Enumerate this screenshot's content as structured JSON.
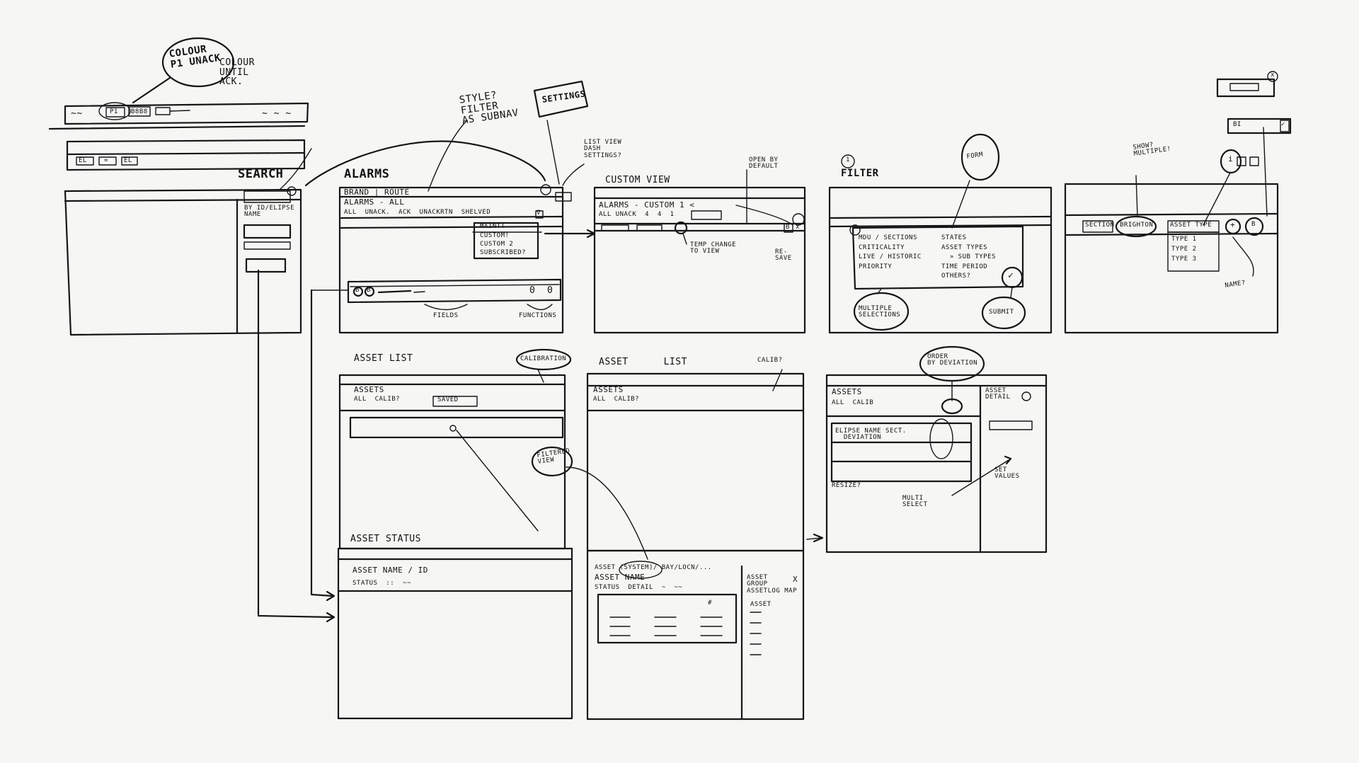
{
  "topleft": {
    "callout1": "COLOUR\nP1 UNACK",
    "callout2": "COLOUR\nUNTIL\nACK.",
    "bar1_left": "~~",
    "bar1_btn1": "P1",
    "bar1_btn2": "B8B8",
    "bar1_right": "~ ~ ~",
    "bar2_btn1": "EL",
    "bar2_btn2": "=",
    "bar2_btn3": "EL"
  },
  "search": {
    "title": "SEARCH",
    "field_label": "BY ID/ELIPSE\nNAME"
  },
  "alarms": {
    "title": "ALARMS",
    "line1": "BRAND | ROUTE",
    "line2": "ALARMS - ALL",
    "tabs": "ALL  UNACK.  ACK  UNACKRTN  SHELVED",
    "filter_icon": "∇",
    "dropdown": [
      "MAINT!",
      "CUSTOM!",
      "CUSTOM 2",
      "SUBSCRIBED?"
    ],
    "annot_style": "STYLE?\nFILTER\nAS SUBNAV",
    "annot_settings": "SETTINGS",
    "annot_listview": "LIST VIEW\nDASH\nSETTINGS?",
    "detail_btn1": "B",
    "detail_btn2": "B",
    "detail_fn": "0  0",
    "label_fields": "FIELDS",
    "label_functions": "FUNCTIONS"
  },
  "custom_view": {
    "title": "CUSTOM VIEW",
    "line1": "ALARMS - CUSTOM 1 <",
    "line2": "ALL UNACK  4  4  1",
    "annot_open": "OPEN BY\nDEFAULT",
    "annot_temp": "TEMP CHANGE\nTO VIEW",
    "annot_resave": "RE-\nSAVE",
    "close": "x",
    "save": "B"
  },
  "filter": {
    "title": "FILTER",
    "number": "1",
    "col1": "MDU / SECTIONS\nCRITICALITY\nLIVE / HISTORIC\nPRIORITY",
    "col2": "STATES\nASSET TYPES\n  » SUB TYPES\nTIME PERIOD\nOTHERS?",
    "annot_form": "FORM",
    "annot_multi": "MULTIPLE\nSELECTIONS",
    "annot_submit": "SUBMIT",
    "check": "✓"
  },
  "chips": {
    "annot_show": "SHOW?\nMULTIPLE!",
    "chip1": "SECTION",
    "chip2": "BRIGHTON",
    "chip3": "ASSET TYPE",
    "types": [
      "TYPE 1",
      "TYPE 2",
      "TYPE 3"
    ],
    "annot_name": "NAME?",
    "info": "i",
    "plus": "+",
    "save": "B",
    "mini_field": "BI",
    "mini_check": "✓",
    "mini_close": "x"
  },
  "asset_list": {
    "title": "ASSET LIST",
    "line1": "ASSETS",
    "line2": "ALL  CALIB?",
    "saved": "SAVED",
    "annot_calib": "CALIBRATION",
    "annot_filtered": "FILTERED\nVIEW"
  },
  "asset_list2": {
    "title": "ASSET      LIST",
    "annot_calib": "CALIB?",
    "line1": "ASSETS",
    "line2": "ALL  CALIB?"
  },
  "asset_detail": {
    "line1": "ASSETS",
    "line2": "ALL  CALIB",
    "annot_order": "ORDER\nBY DEVIATION",
    "row1": "ELIPSE NAME SECT.\n  DEVIATION",
    "resize": "RESIZE?",
    "annot_multi": "MULTI\nSELECT",
    "side_title": "ASSET\nDETAIL",
    "annot_set": "SET\nVALUES"
  },
  "asset_status": {
    "title": "ASSET STATUS",
    "line1": "ASSET NAME / ID",
    "line2": "STATUS  ::  ~~"
  },
  "asset_status2": {
    "line1": "ASSET (SYSTEM)/ BAY/LOCN/...",
    "line2": "ASSET NAME",
    "line3": "STATUS  DETAIL  ~  ~~",
    "side1": "ASSET\nGROUP\nASSETLOG MAP",
    "side2": "ASSET",
    "close": "X",
    "hash": "#"
  },
  "misc": {
    "dot": "•"
  }
}
